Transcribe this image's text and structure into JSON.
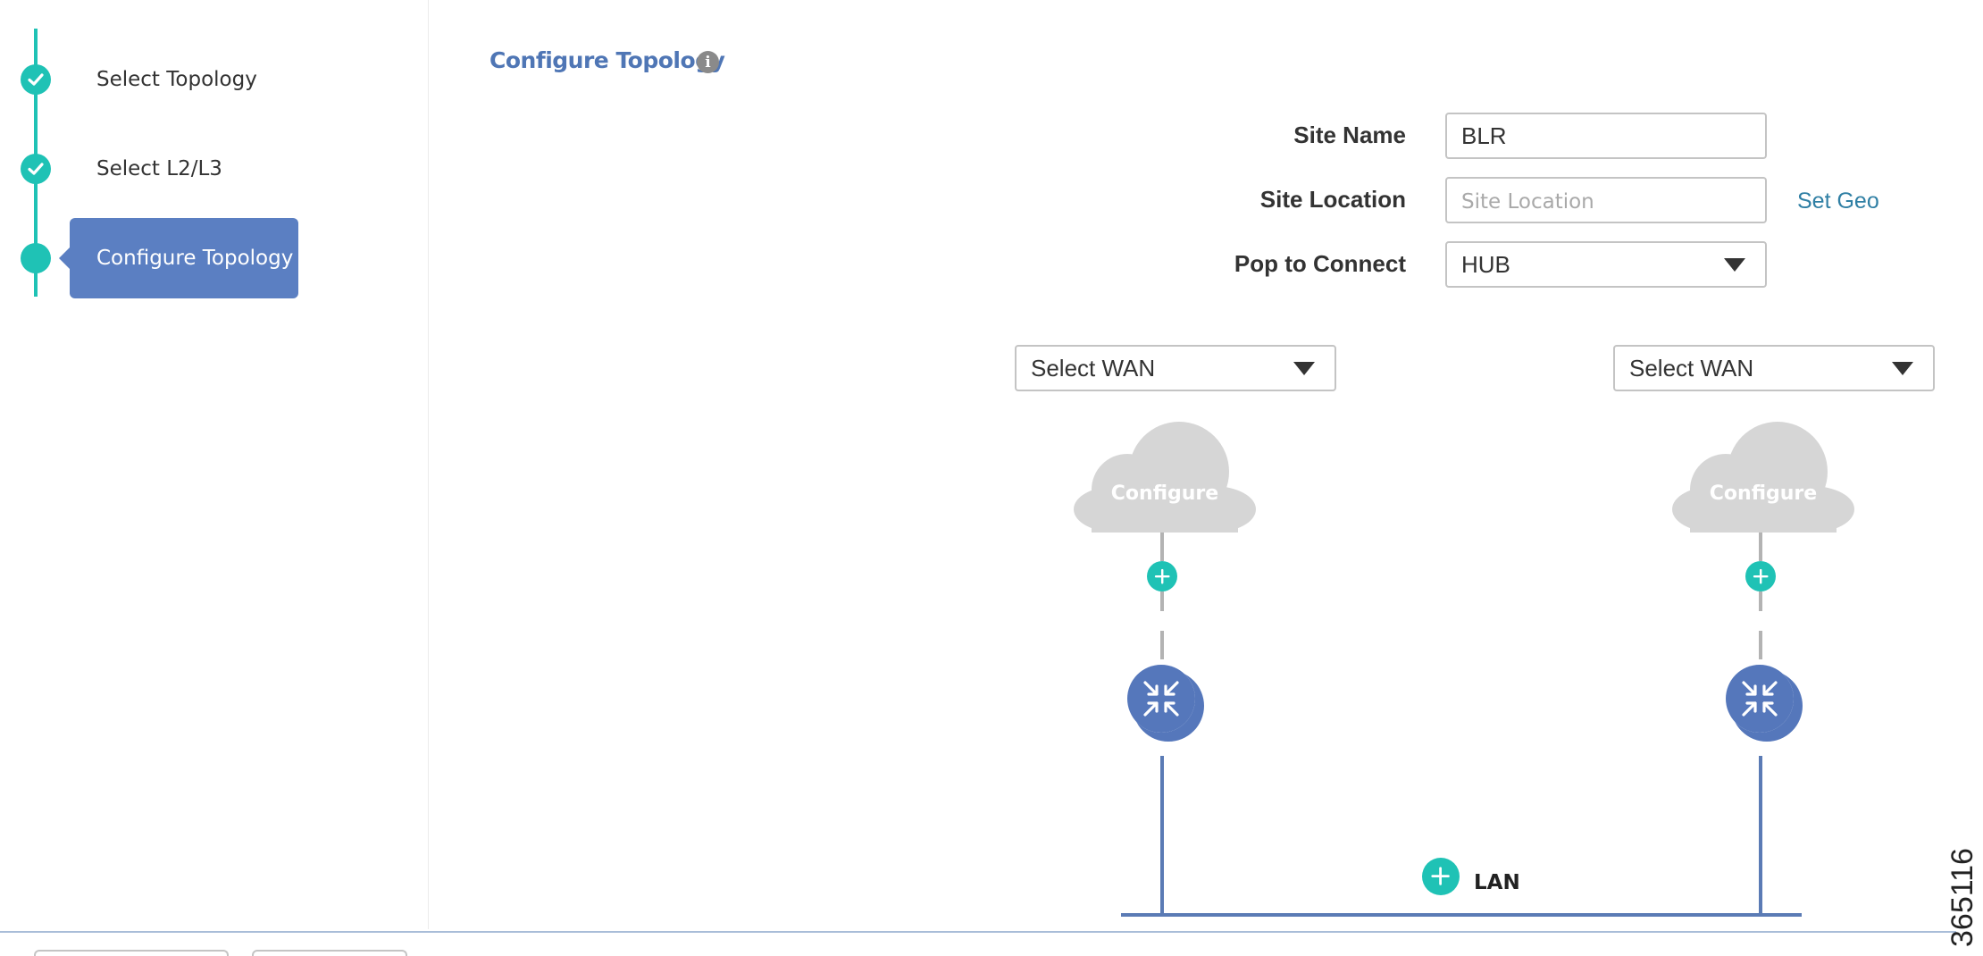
{
  "stepper": {
    "steps": [
      {
        "label": "Select Topology",
        "state": "complete"
      },
      {
        "label": "Select L2/L3",
        "state": "complete"
      },
      {
        "label": "Configure Topology",
        "state": "active"
      }
    ]
  },
  "header": {
    "title": "Configure Topology",
    "info_icon": "info-icon"
  },
  "form": {
    "site_name_label": "Site Name",
    "site_name_value": "BLR",
    "site_location_label": "Site Location",
    "site_location_placeholder": "Site Location",
    "site_location_value": "",
    "set_geo_label": "Set Geo",
    "pop_label": "Pop to Connect",
    "pop_value": "HUB"
  },
  "diagram": {
    "wan_left": {
      "select_label": "Select WAN",
      "cloud_label": "Configure"
    },
    "wan_right": {
      "select_label": "Select WAN",
      "cloud_label": "Configure"
    },
    "lan_label": "LAN",
    "router_icon": "router-icon",
    "add_icon": "plus-icon"
  },
  "figure_id": "365116",
  "colors": {
    "accent_teal": "#1fc2b5",
    "accent_blue": "#5b7fc2",
    "title_blue": "#4f76b5",
    "link_blue": "#2f7fa4",
    "cloud_gray": "#d6d6d6"
  }
}
